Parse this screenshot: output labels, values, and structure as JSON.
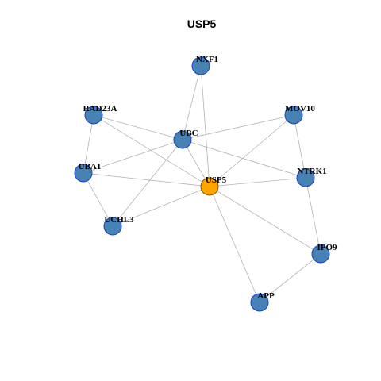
{
  "title": "USP5",
  "colors": {
    "node_default": "#4682b4",
    "node_border": "#1a3ec8",
    "node_focus": "#ffa500",
    "focus_border": "#8a5a00",
    "edge": "#b3b3b3"
  },
  "nodes": [
    {
      "id": "NXF1",
      "label": "NXF1",
      "focus": false
    },
    {
      "id": "RAD23A",
      "label": "RAD23A",
      "focus": false
    },
    {
      "id": "MOV10",
      "label": "MOV10",
      "focus": false
    },
    {
      "id": "UBC",
      "label": "UBC",
      "focus": false
    },
    {
      "id": "UBA1",
      "label": "UBA1",
      "focus": false
    },
    {
      "id": "USP5",
      "label": "USP5",
      "focus": true
    },
    {
      "id": "NTRK1",
      "label": "NTRK1",
      "focus": false
    },
    {
      "id": "UCHL3",
      "label": "UCHL3",
      "focus": false
    },
    {
      "id": "IPO9",
      "label": "IPO9",
      "focus": false
    },
    {
      "id": "APP",
      "label": "APP",
      "focus": false
    }
  ],
  "edges": [
    [
      "NXF1",
      "UBC"
    ],
    [
      "NXF1",
      "USP5"
    ],
    [
      "RAD23A",
      "UBC"
    ],
    [
      "RAD23A",
      "UBA1"
    ],
    [
      "RAD23A",
      "USP5"
    ],
    [
      "MOV10",
      "UBC"
    ],
    [
      "MOV10",
      "USP5"
    ],
    [
      "MOV10",
      "NTRK1"
    ],
    [
      "UBC",
      "UBA1"
    ],
    [
      "UBC",
      "USP5"
    ],
    [
      "UBC",
      "NTRK1"
    ],
    [
      "UBC",
      "UCHL3"
    ],
    [
      "UBA1",
      "USP5"
    ],
    [
      "UBA1",
      "UCHL3"
    ],
    [
      "USP5",
      "NTRK1"
    ],
    [
      "USP5",
      "UCHL3"
    ],
    [
      "USP5",
      "IPO9"
    ],
    [
      "USP5",
      "APP"
    ],
    [
      "NTRK1",
      "IPO9"
    ],
    [
      "IPO9",
      "APP"
    ]
  ]
}
